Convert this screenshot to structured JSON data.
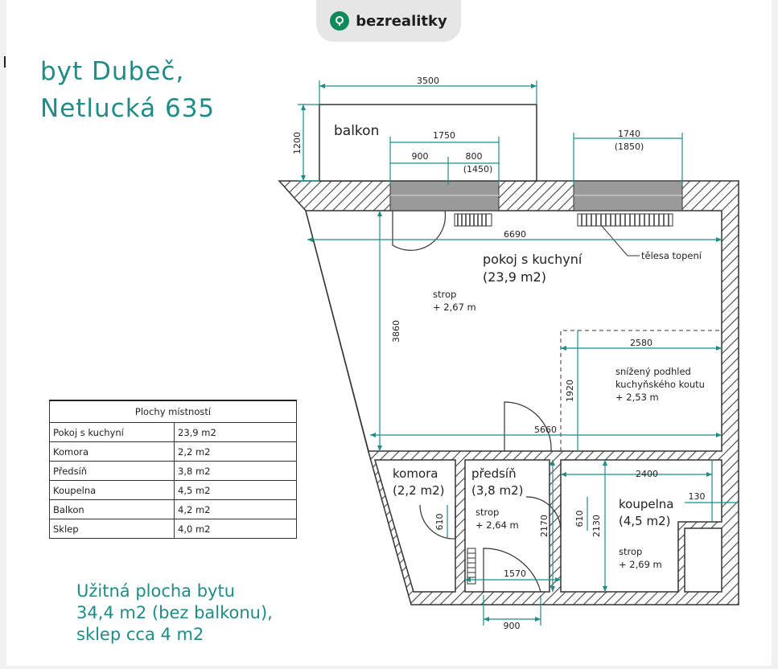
{
  "brand": {
    "name": "bezrealitky",
    "icon": "map-pin-icon",
    "color": "#0f8a59"
  },
  "title": {
    "line1": "byt Dubeč,",
    "line2": "Netlucká 635",
    "color": "#1f8c86"
  },
  "area_table": {
    "header": "Plochy místností",
    "rows": [
      {
        "room": "Pokoj s kuchyní",
        "area": "23,9 m2"
      },
      {
        "room": "Komora",
        "area": "2,2 m2"
      },
      {
        "room": "Předsíň",
        "area": "3,8 m2"
      },
      {
        "room": "Koupelna",
        "area": "4,5 m2"
      },
      {
        "room": "Balkon",
        "area": "4,2 m2"
      },
      {
        "room": "Sklep",
        "area": "4,0 m2"
      }
    ]
  },
  "summary": {
    "line1": "Užitná plocha bytu",
    "line2": "34,4 m2 (bez balkonu),",
    "line3": "sklep cca 4 m2"
  },
  "plan": {
    "rooms": {
      "balkon": "balkon",
      "pokoj_line1": "pokoj s kuchyní",
      "pokoj_line2": "(23,9 m2)",
      "komora_line1": "komora",
      "komora_line2": "(2,2 m2)",
      "predsin_line1": "předsíň",
      "predsin_line2": "(3,8 m2)",
      "koupelna_line1": "koupelna",
      "koupelna_line2": "(4,5 m2)"
    },
    "notes": {
      "heater": "tělesa topení",
      "strop_main_1": "strop",
      "strop_main_2": "+ 2,67 m",
      "kitchen_1": "snížený podhled",
      "kitchen_2": "kuchyňského koutu",
      "kitchen_3": "+ 2,53 m",
      "strop_hall_1": "strop",
      "strop_hall_2": "+ 2,64 m",
      "strop_bath_1": "strop",
      "strop_bath_2": "+ 2,69 m"
    },
    "dimensions": {
      "balcony_width": "3500",
      "balcony_depth": "1200",
      "window_left": "1750",
      "door_width": "900",
      "window_small": "800",
      "window_small_alt": "(1450)",
      "window_right": "1740",
      "window_right_alt": "(1850)",
      "room_width": "6690",
      "room_depth": "3860",
      "kitchen_width": "2580",
      "kitchen_depth": "1920",
      "room_lower_width": "5660",
      "bath_width": "2400",
      "bath_niche": "130",
      "bath_depth": "2130",
      "bath_door_w": "610",
      "hall_depth": "2170",
      "hall_door_w": "610",
      "hall_width": "1570",
      "entry_door": "900"
    },
    "colors": {
      "wall": "#555555",
      "dim": "#1f8c86",
      "text": "#222222"
    }
  }
}
